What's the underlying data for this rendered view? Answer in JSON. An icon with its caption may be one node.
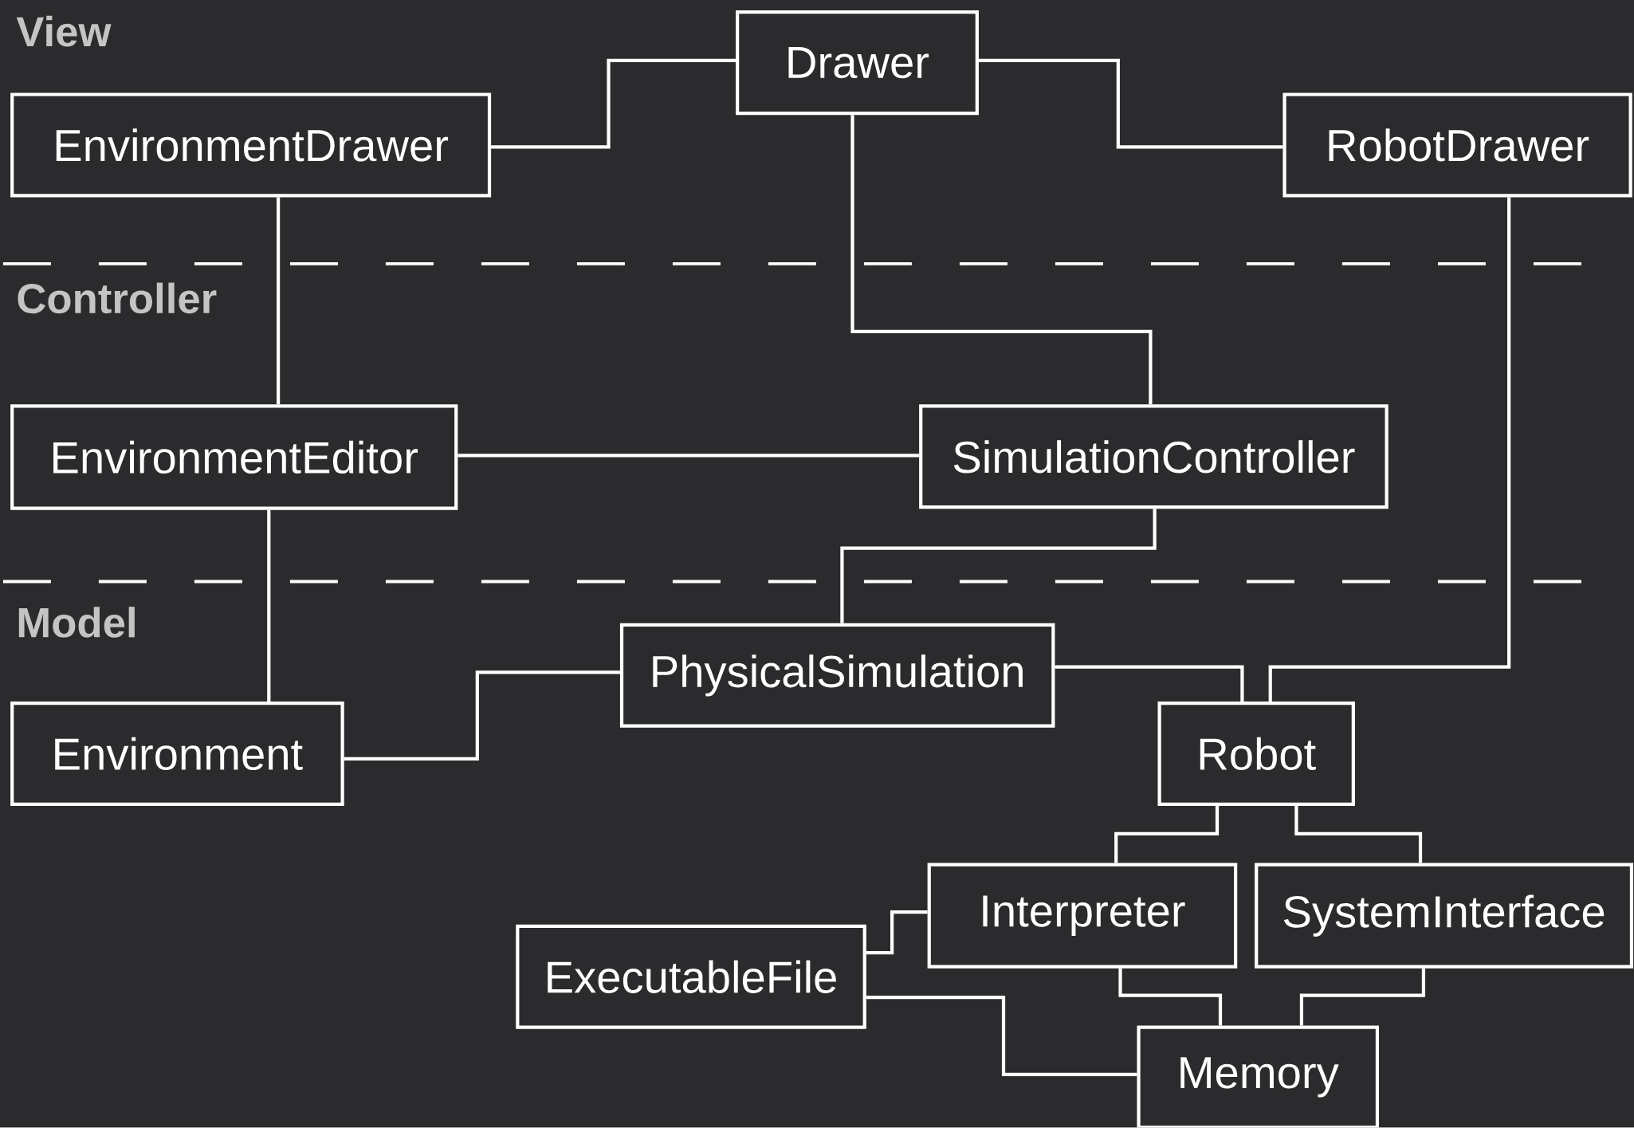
{
  "diagram": {
    "nodes": [
      {
        "text": [
          "Drawer"
        ]
      },
      {
        "text": [
          "EnvironmentDrawer"
        ]
      },
      {
        "text": [
          "RobotDrawer"
        ]
      },
      {
        "text": [
          "EnvironmentEditor"
        ]
      },
      {
        "text": [
          "SimulationController"
        ]
      },
      {
        "text": [
          "PhysicalSimulation"
        ]
      },
      {
        "text": [
          "Environment"
        ]
      },
      {
        "text": [
          "Robot"
        ]
      },
      {
        "text": [
          "Interpreter"
        ]
      },
      {
        "text": [
          "SystemInterface"
        ]
      },
      {
        "text": [
          "ExecutableFile"
        ]
      },
      {
        "text": [
          "Memory"
        ]
      }
    ],
    "edges": [
      {
        "from": 1,
        "to": 0,
        "arrow": "none"
      },
      {
        "from": 0,
        "to": 2,
        "arrow": "none"
      },
      {
        "from": 0,
        "to": 4,
        "arrow": "none"
      },
      {
        "from": 1,
        "to": 3,
        "arrow": "none"
      },
      {
        "from": 2,
        "to": 7,
        "arrow": "none"
      },
      {
        "from": 3,
        "to": 4,
        "arrow": "none"
      },
      {
        "from": 3,
        "to": 6,
        "arrow": "none"
      },
      {
        "from": 4,
        "to": 5,
        "arrow": "none"
      },
      {
        "from": 5,
        "to": 6,
        "arrow": "none"
      },
      {
        "from": 5,
        "to": 7,
        "arrow": "none"
      },
      {
        "from": 7,
        "to": 8,
        "arrow": "none"
      },
      {
        "from": 7,
        "to": 9,
        "arrow": "none"
      },
      {
        "from": 8,
        "to": 10,
        "arrow": "none"
      },
      {
        "from": 8,
        "to": 11,
        "arrow": "none"
      },
      {
        "from": 9,
        "to": 11,
        "arrow": "none"
      },
      {
        "from": 10,
        "to": 11,
        "arrow": "none"
      }
    ],
    "labels": [
      "View",
      "Controller",
      "Model"
    ]
  }
}
